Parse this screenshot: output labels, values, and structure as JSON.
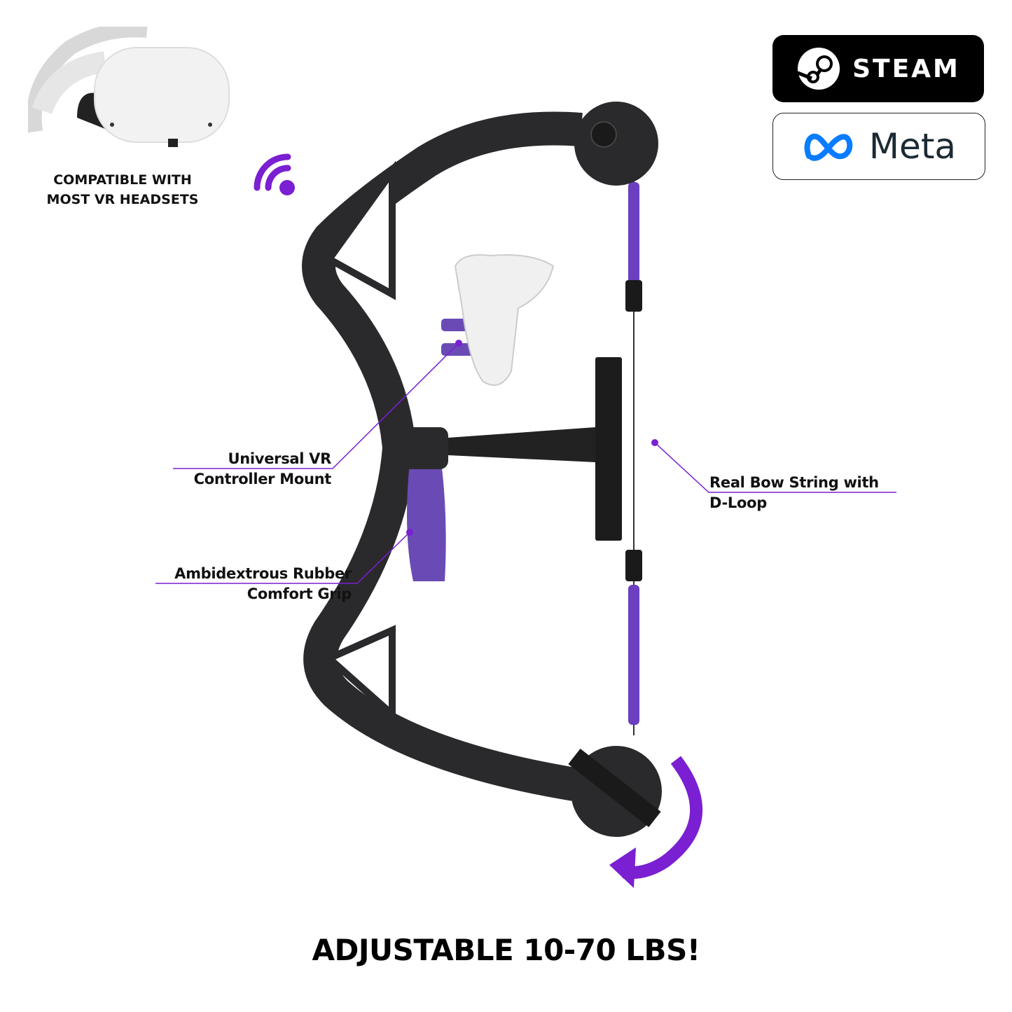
{
  "headset": {
    "caption_line1": "COMPATIBLE WITH",
    "caption_line2": "MOST VR HEADSETS"
  },
  "platforms": [
    {
      "label": "STEAM"
    },
    {
      "label": "Meta"
    }
  ],
  "callouts": {
    "controller_mount": {
      "line1": "Universal VR",
      "line2": "Controller Mount"
    },
    "bow_string": {
      "line1": "Real Bow String with",
      "line2": "D-Loop"
    },
    "grip": {
      "line1": "Ambidextrous Rubber",
      "line2": "Comfort Grip"
    }
  },
  "headline": "ADJUSTABLE 10-70 LBS!",
  "colors": {
    "accent": "#7a1fd1",
    "bow": "#2a2a2d",
    "grip": "#6a4bb5"
  }
}
